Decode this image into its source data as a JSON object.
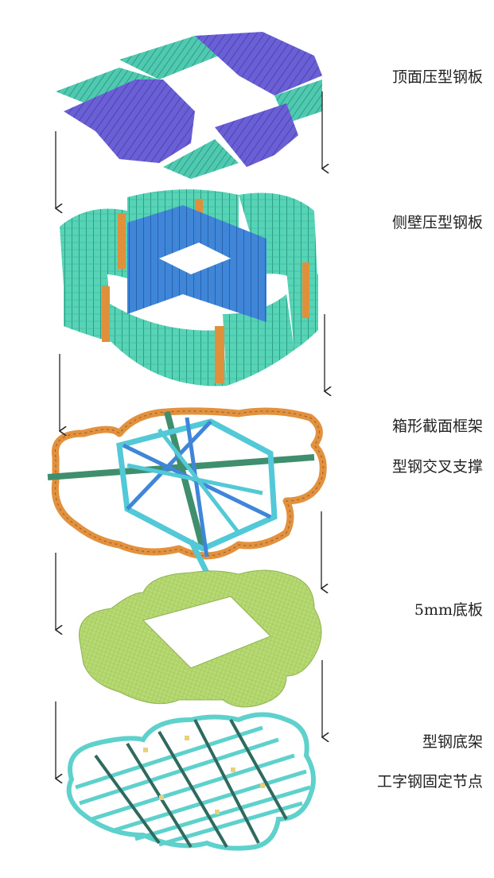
{
  "labels": {
    "roof": "顶面压型钢板",
    "sidewall": "侧壁压型钢板",
    "box_frame": "箱形截面框架",
    "cross_brace": "型钢交叉支撑",
    "base_plate": "5mm底板",
    "base_frame": "型钢底架",
    "i_beam_nodes": "工字钢固定节点"
  },
  "colors": {
    "roof_purple": "#6b5fd6",
    "roof_teal": "#4fc9b0",
    "wall_teal": "#57d4b6",
    "wall_orange": "#e0903a",
    "wall_blue": "#3f86d8",
    "frame_orange": "#e2913e",
    "frame_green": "#3f8f6e",
    "brace_cyan": "#53c9d8",
    "plate_green": "#b6d972",
    "base_cyan": "#5fd1cc",
    "base_dark": "#2f6a5e",
    "arrow": "#222222"
  },
  "icons": [
    "down-arrow-icon"
  ]
}
